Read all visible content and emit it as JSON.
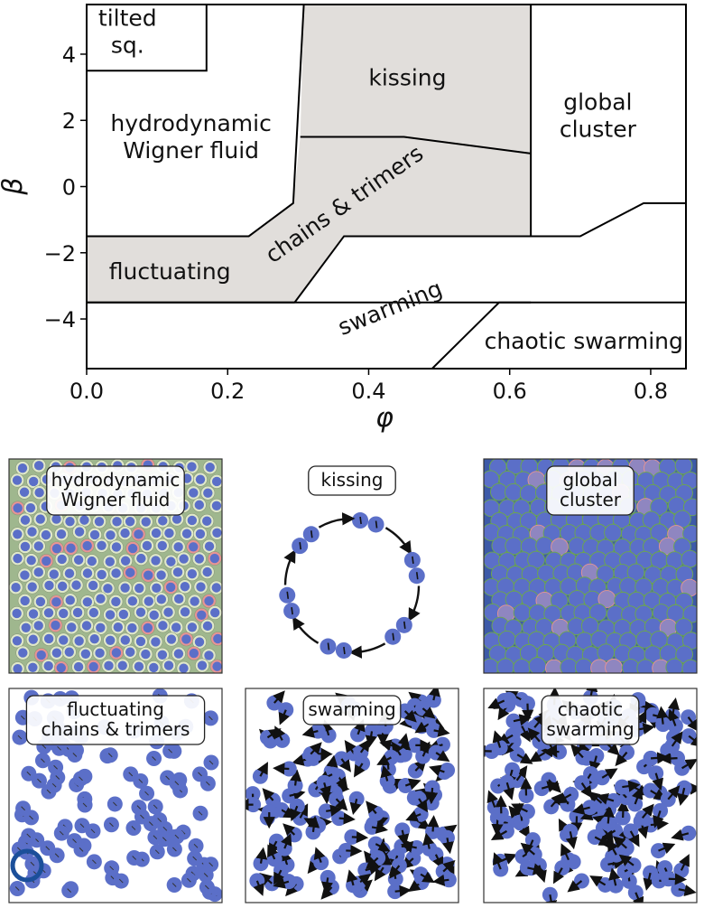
{
  "chart_data": [
    {
      "type": "area",
      "xlabel": "φ",
      "ylabel": "β",
      "xlim": [
        0.0,
        0.85
      ],
      "ylim": [
        -5.5,
        5.5
      ],
      "x_ticks": [
        "0.0",
        "0.2",
        "0.4",
        "0.6",
        "0.8"
      ],
      "y_ticks": [
        "4",
        "2",
        "0",
        "−2",
        "−4"
      ],
      "x_tick_values": [
        0.0,
        0.2,
        0.4,
        0.6,
        0.8
      ],
      "y_tick_values": [
        4,
        2,
        0,
        -2,
        -4
      ],
      "grid": false,
      "colors": {
        "shaded": "#e1dedb",
        "boundary": "#000000"
      },
      "regions": [
        {
          "name": "tilted sq.",
          "lines": [
            "tilted",
            "sq."
          ],
          "label_at": [
            0.058,
            4.7
          ],
          "shaded": false,
          "polygon": [
            [
              0.0,
              5.5
            ],
            [
              0.17,
              5.5
            ],
            [
              0.17,
              3.5
            ],
            [
              0.0,
              3.5
            ]
          ]
        },
        {
          "name": "hydrodynamic Wigner fluid",
          "lines": [
            "hydrodynamic",
            "Wigner fluid"
          ],
          "label_at": [
            0.148,
            1.52
          ],
          "shaded": false
        },
        {
          "name": "kissing",
          "lines": [
            "kissing"
          ],
          "label_at": [
            0.455,
            3.3
          ],
          "shaded": true,
          "polygon": [
            [
              0.308,
              5.5
            ],
            [
              0.63,
              5.5
            ],
            [
              0.63,
              1.0
            ],
            [
              0.45,
              1.5
            ],
            [
              0.303,
              1.5
            ]
          ]
        },
        {
          "name": "global cluster",
          "lines": [
            "global",
            "cluster"
          ],
          "label_at": [
            0.725,
            2.15
          ],
          "shaded": false
        },
        {
          "name": "chains & trimers",
          "lines": [
            "chains & trimers"
          ],
          "label_at": [
            0.365,
            -0.52
          ],
          "rotation": -35,
          "shaded": true,
          "polygon": [
            [
              0.303,
              1.5
            ],
            [
              0.45,
              1.5
            ],
            [
              0.63,
              1.0
            ],
            [
              0.63,
              -1.5
            ],
            [
              0.365,
              -1.5
            ],
            [
              0.295,
              -3.5
            ],
            [
              0.0,
              -3.5
            ],
            [
              0.0,
              -1.5
            ],
            [
              0.23,
              -1.5
            ],
            [
              0.293,
              -0.5
            ]
          ]
        },
        {
          "name": "fluctuating",
          "lines": [
            "fluctuating"
          ],
          "label_at": [
            0.118,
            -2.55
          ],
          "shaded": true
        },
        {
          "name": "swarming",
          "lines": [
            "swarming"
          ],
          "label_at": [
            0.43,
            -3.65
          ],
          "rotation": -22,
          "shaded": false
        },
        {
          "name": "chaotic swarming",
          "lines": [
            "chaotic swarming"
          ],
          "label_at": [
            0.705,
            -4.65
          ],
          "shaded": false
        }
      ],
      "boundaries": [
        [
          [
            0.0,
            3.5
          ],
          [
            0.17,
            3.5
          ],
          [
            0.17,
            5.5
          ]
        ],
        [
          [
            0.308,
            5.5
          ],
          [
            0.293,
            -0.5
          ],
          [
            0.23,
            -1.5
          ],
          [
            0.0,
            -1.5
          ]
        ],
        [
          [
            0.303,
            1.5
          ],
          [
            0.45,
            1.5
          ],
          [
            0.63,
            1.0
          ]
        ],
        [
          [
            0.63,
            5.5
          ],
          [
            0.63,
            -1.5
          ]
        ],
        [
          [
            0.295,
            -3.5
          ],
          [
            0.365,
            -1.5
          ],
          [
            0.7,
            -1.5
          ],
          [
            0.79,
            -0.5
          ],
          [
            0.85,
            -0.5
          ]
        ],
        [
          [
            0.0,
            -3.5
          ],
          [
            0.295,
            -3.5
          ]
        ],
        [
          [
            0.63,
            -3.5
          ],
          [
            0.0,
            -3.5
          ]
        ],
        [
          [
            0.49,
            -5.5
          ],
          [
            0.585,
            -3.5
          ],
          [
            0.85,
            -3.5
          ]
        ]
      ]
    }
  ],
  "panels": [
    {
      "key": "wigner",
      "lines": [
        "hydrodynamic",
        "Wigner fluid"
      ],
      "style": "wigner"
    },
    {
      "key": "kissing",
      "lines": [
        "kissing"
      ],
      "style": "kissing"
    },
    {
      "key": "global",
      "lines": [
        "global",
        "cluster"
      ],
      "style": "global"
    },
    {
      "key": "fluct",
      "lines": [
        "fluctuating",
        "chains & trimers"
      ],
      "style": "sparse"
    },
    {
      "key": "swarm",
      "lines": [
        "swarming"
      ],
      "style": "arrows"
    },
    {
      "key": "chaotic",
      "lines": [
        "chaotic",
        "swarming"
      ],
      "style": "arrows-dense"
    }
  ],
  "palette": {
    "particle": "#5b6fc8",
    "arrow": "#111111",
    "ring": "#1b4f9a",
    "wigner_bg": "#9fb78e",
    "cluster_bg": "#3d5aa8",
    "highlight_red": "#e79494",
    "edge_green": "#6da84c"
  }
}
